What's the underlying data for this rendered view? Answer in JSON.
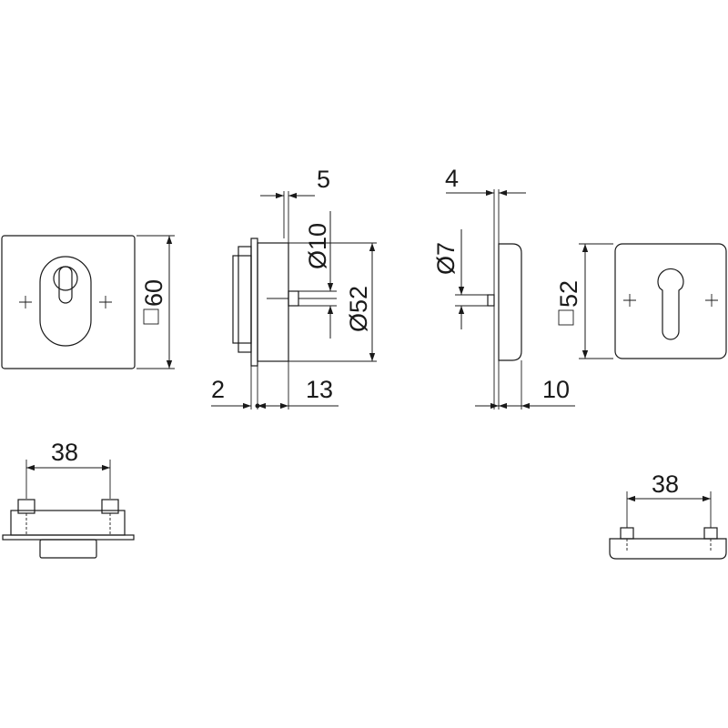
{
  "dimensions": {
    "square_60": "60",
    "wall_offset_5": "5",
    "diameter_10": "Ø10",
    "diameter_52": "Ø52",
    "thickness_2": "2",
    "depth_13": "13",
    "wall_offset_4": "4",
    "diameter_7": "Ø7",
    "square_52": "52",
    "depth_10": "10",
    "screw_spacing_left": "38",
    "screw_spacing_right": "38"
  }
}
